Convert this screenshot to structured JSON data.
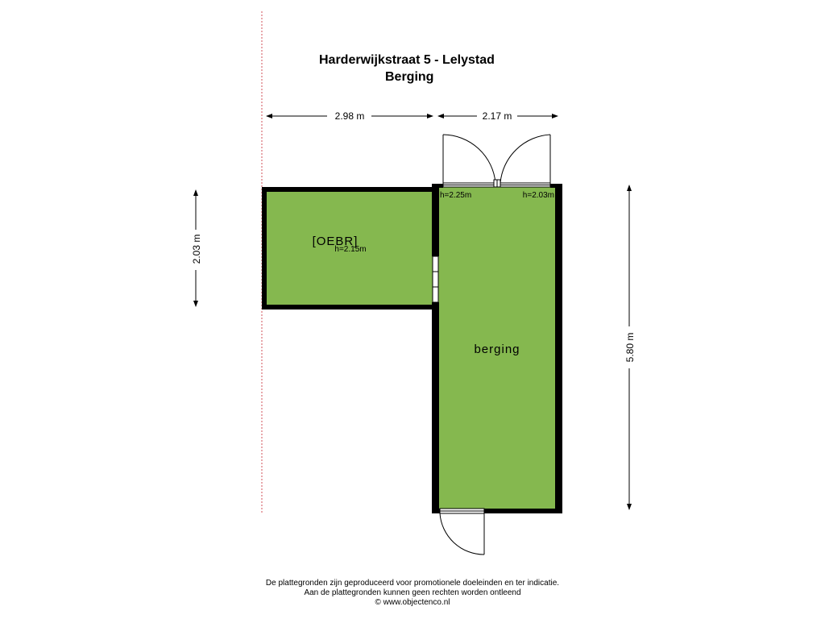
{
  "title": {
    "address": "Harderwijkstraat 5 - Lelystad",
    "floor": "Berging"
  },
  "dimensions": {
    "width_left": "2.98 m",
    "width_right": "2.17 m",
    "height_left": "2.03 m",
    "height_right": "5.80 m"
  },
  "rooms": [
    {
      "label": "[OEBR]",
      "height": "h=2.15m"
    },
    {
      "label": "berging",
      "heights": [
        "h=2.25m",
        "h=2.03m"
      ]
    }
  ],
  "colors": {
    "room_fill": "#85b84f",
    "wall": "#000000",
    "property_line": "#d0505a"
  },
  "footer": {
    "line1": "De plattegronden zijn geproduceerd voor promotionele doeleinden en ter indicatie.",
    "line2": "Aan de plattegronden kunnen geen rechten worden ontleend",
    "line3": "© www.objectenco.nl"
  }
}
